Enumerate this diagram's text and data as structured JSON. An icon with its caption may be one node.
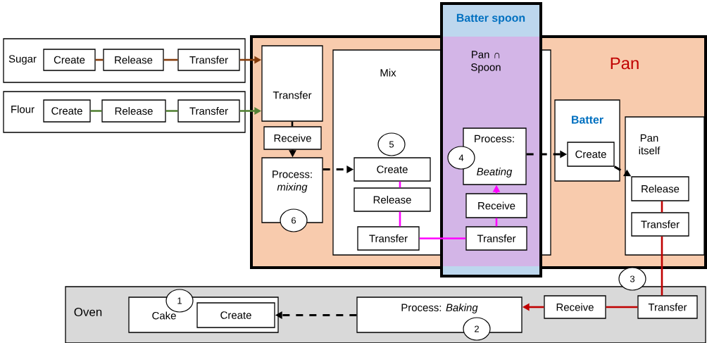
{
  "diagram": {
    "nodes": [
      {
        "text": [
          "Sugar"
        ]
      },
      {
        "text": [
          "Create"
        ],
        "in": 0
      },
      {
        "text": [
          "Release"
        ],
        "in": 0
      },
      {
        "text": [
          "Transfer"
        ],
        "in": 0
      },
      {
        "text": [
          "Flour"
        ]
      },
      {
        "text": [
          "Create"
        ],
        "in": 4
      },
      {
        "text": [
          "Release"
        ],
        "in": 4
      },
      {
        "text": [
          "Transfer"
        ],
        "in": 4
      },
      {
        "text": [
          "Pan"
        ]
      },
      {
        "text": [
          "Batter spoon"
        ]
      },
      {
        "text": [
          "Pan ∩ Spoon"
        ],
        "in": 9
      },
      {
        "text": [
          "Transfer"
        ],
        "in": 8
      },
      {
        "text": [
          "Receive"
        ],
        "in": 8
      },
      {
        "text": [
          "Process: *mixing*"
        ],
        "in": 8
      },
      {
        "text": [
          "Mix"
        ],
        "in": 8
      },
      {
        "text": [
          "Create"
        ],
        "in": 14
      },
      {
        "text": [
          "Release"
        ],
        "in": 14
      },
      {
        "text": [
          "Transfer"
        ],
        "in": 14
      },
      {
        "text": [
          "Process:",
          "Beating"
        ],
        "in": 10
      },
      {
        "text": [
          "Receive"
        ],
        "in": 10
      },
      {
        "text": [
          "Transfer"
        ],
        "in": 10
      },
      {
        "text": [
          "Batter"
        ],
        "in": 8
      },
      {
        "text": [
          "Create"
        ],
        "in": 21
      },
      {
        "text": [
          "Pan itself"
        ],
        "in": 8
      },
      {
        "text": [
          "Release"
        ],
        "in": 23
      },
      {
        "text": [
          "Transfer"
        ],
        "in": 23
      },
      {
        "text": [
          "Oven"
        ]
      },
      {
        "text": [
          "Cake"
        ],
        "in": 26
      },
      {
        "text": [
          "Create"
        ],
        "in": 27
      },
      {
        "text": [
          "Process: *Baking*"
        ],
        "in": 26
      },
      {
        "text": [
          "Receive"
        ],
        "in": 26
      },
      {
        "text": [
          "Transfer"
        ],
        "in": 26
      },
      {
        "text": [
          "1"
        ],
        "in": 26
      },
      {
        "text": [
          "2"
        ],
        "in": 26
      },
      {
        "text": [
          "3"
        ]
      },
      {
        "text": [
          "4"
        ],
        "in": 10
      },
      {
        "text": [
          "5"
        ],
        "in": 14
      },
      {
        "text": [
          "6"
        ],
        "in": 8
      }
    ],
    "edges": [
      {
        "from": 1,
        "to": 2,
        "arrow": "none",
        "color": "#843c0c"
      },
      {
        "from": 2,
        "to": 3,
        "arrow": "none",
        "color": "#843c0c"
      },
      {
        "from": 3,
        "to": 11,
        "arrow": "to",
        "color": "#843c0c"
      },
      {
        "from": 5,
        "to": 6,
        "arrow": "none",
        "color": "#548235"
      },
      {
        "from": 6,
        "to": 7,
        "arrow": "none",
        "color": "#548235"
      },
      {
        "from": 7,
        "to": 11,
        "arrow": "to",
        "color": "#548235"
      },
      {
        "from": 11,
        "to": 12,
        "arrow": "none"
      },
      {
        "from": 12,
        "to": 13,
        "arrow": "to"
      },
      {
        "from": 13,
        "to": 15,
        "arrow": "to",
        "style": "dashed"
      },
      {
        "from": 15,
        "to": 16,
        "arrow": "none",
        "color": "#ff00ff"
      },
      {
        "from": 16,
        "to": 17,
        "arrow": "none",
        "color": "#ff00ff"
      },
      {
        "from": 17,
        "to": 20,
        "arrow": "none",
        "color": "#ff00ff"
      },
      {
        "from": 20,
        "to": 19,
        "arrow": "none",
        "color": "#ff00ff"
      },
      {
        "from": 19,
        "to": 18,
        "arrow": "to",
        "color": "#ff00ff"
      },
      {
        "from": 18,
        "to": 22,
        "arrow": "to",
        "style": "dashed"
      },
      {
        "from": 22,
        "to": 24,
        "arrow": "to",
        "style": "dashed"
      },
      {
        "from": 24,
        "to": 25,
        "arrow": "none",
        "color": "#c00000"
      },
      {
        "from": 25,
        "to": 31,
        "arrow": "none",
        "color": "#c00000"
      },
      {
        "from": 31,
        "to": 30,
        "arrow": "none",
        "color": "#c00000"
      },
      {
        "from": 30,
        "to": 29,
        "arrow": "to",
        "color": "#c00000"
      },
      {
        "from": 29,
        "to": 28,
        "arrow": "to",
        "style": "dashed"
      }
    ]
  }
}
